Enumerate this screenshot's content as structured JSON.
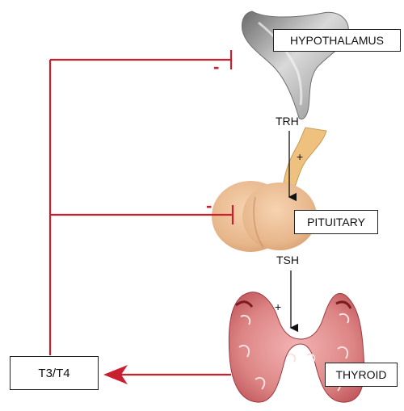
{
  "boxes": {
    "hypothalamus": "HYPOTHALAMUS",
    "pituitary": "PITUITARY",
    "thyroid": "THYROID",
    "hormone": "T3/T4"
  },
  "labels": {
    "trh": "TRH",
    "tsh": "TSH",
    "plus_trh": "+",
    "plus_tsh": "+",
    "minus_hypothalamus": "-",
    "minus_pituitary": "-"
  },
  "colors": {
    "feedback": "#c8202f",
    "stimulation": "#111111",
    "hypothalamus": "#a8a8a8",
    "pituitary": "#e9bc92",
    "pituitary_stalk": "#efc680",
    "thyroid": "#d9767a"
  }
}
